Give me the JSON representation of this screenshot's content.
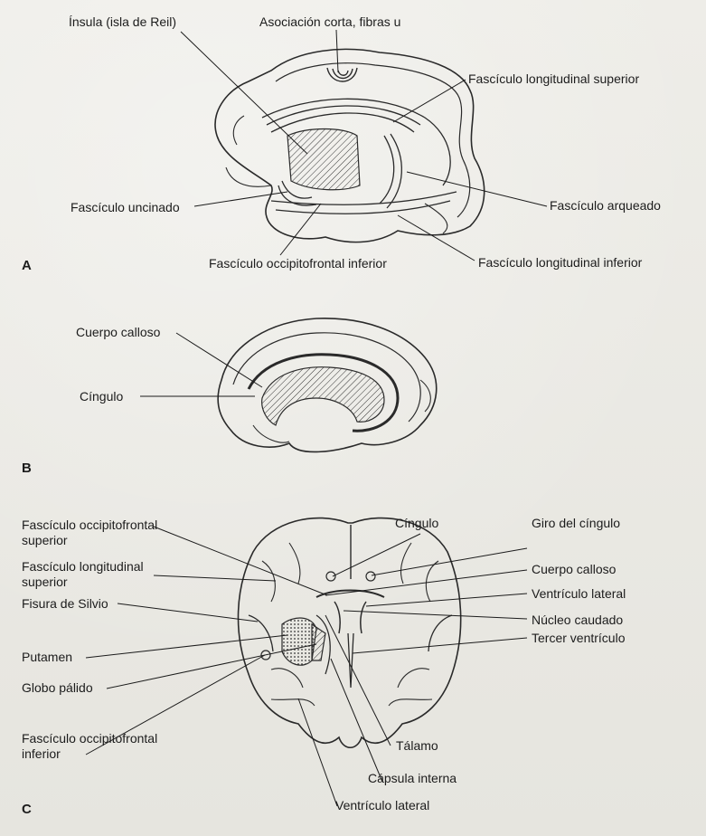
{
  "panels": {
    "a": "A",
    "b": "B",
    "c": "C"
  },
  "labels": {
    "insula": "Ínsula (isla de Reil)",
    "asociacion_corta": "Asociación corta, fibras u",
    "long_superior_a": "Fascículo longitudinal superior",
    "uncinado": "Fascículo uncinado",
    "arqueado": "Fascículo arqueado",
    "occipitofrontal_inferior_a": "Fascículo occipitofrontal inferior",
    "long_inferior": "Fascículo longitudinal inferior",
    "cuerpo_calloso_b": "Cuerpo calloso",
    "cingulo_b": "Cíngulo",
    "occipitofrontal_superior": "Fascículo occipitofrontal superior",
    "long_superior_c": "Fascículo longitudinal superior",
    "fisura_silvio": "Fisura de Silvio",
    "putamen": "Putamen",
    "globo_palido": "Globo pálido",
    "occipitofrontal_inferior_c": "Fascículo occipitofrontal inferior",
    "cingulo_c": "Cíngulo",
    "giro_cingulo": "Giro del cíngulo",
    "cuerpo_calloso_c": "Cuerpo calloso",
    "ventriculo_lateral_r": "Ventrículo lateral",
    "nucleo_caudado": "Núcleo caudado",
    "tercer_ventriculo": "Tercer ventrículo",
    "talamo": "Tálamo",
    "capsula_interna": "Cápsula interna",
    "ventriculo_lateral_b": "Ventrículo lateral"
  },
  "colors": {
    "ink": "#1c1c1c",
    "paper": "#ecebe6",
    "line": "#2a2a2a"
  }
}
